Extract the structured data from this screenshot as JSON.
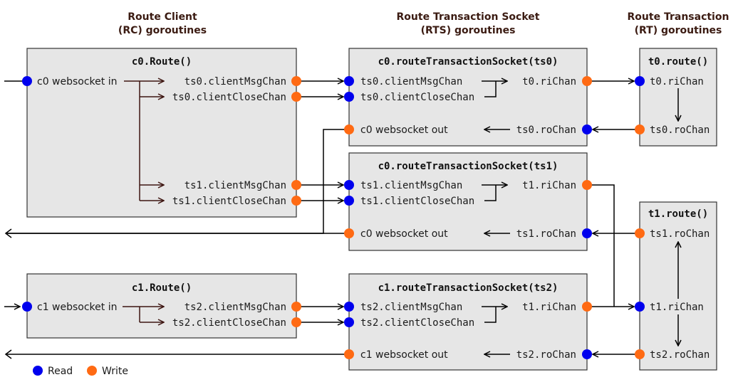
{
  "headers": {
    "rc": [
      "Route Client",
      "(RC) goroutines"
    ],
    "rts": [
      "Route Transaction Socket",
      "(RTS) goroutines"
    ],
    "rt": [
      "Route Transaction",
      "(RT) goroutines"
    ]
  },
  "boxes": {
    "c0_route": "c0.Route()",
    "c1_route": "c1.Route()",
    "rts_ts0": "c0.routeTransactionSocket(ts0)",
    "rts_ts1": "c0.routeTransactionSocket(ts1)",
    "rts_ts2": "c1.routeTransactionSocket(ts2)",
    "t0_route": "t0.route()",
    "t1_route": "t1.route()"
  },
  "labels": {
    "c0_ws_in": "c0 websocket in",
    "c1_ws_in": "c1 websocket in",
    "c0_ts0_msg": "ts0.clientMsgChan",
    "c0_ts0_close": "ts0.clientCloseChan",
    "c0_ts1_msg": "ts1.clientMsgChan",
    "c0_ts1_close": "ts1.clientCloseChan",
    "c1_ts2_msg": "ts2.clientMsgChan",
    "c1_ts2_close": "ts2.clientCloseChan",
    "ts0_msg": "ts0.clientMsgChan",
    "ts0_close": "ts0.clientCloseChan",
    "ts0_ws_out": "c0 websocket out",
    "ts0_ri": "t0.riChan",
    "ts0_ro": "ts0.roChan",
    "ts1_msg": "ts1.clientMsgChan",
    "ts1_close": "ts1.clientCloseChan",
    "ts1_ws_out": "c0 websocket out",
    "ts1_ri": "t1.riChan",
    "ts1_ro": "ts1.roChan",
    "ts2_msg": "ts2.clientMsgChan",
    "ts2_close": "ts2.clientCloseChan",
    "ts2_ws_out": "c1 websocket out",
    "ts2_ri": "t1.riChan",
    "ts2_ro": "ts2.roChan",
    "t0_ri": "t0.riChan",
    "t0_ro": "ts0.roChan",
    "t1_ro1": "ts1.roChan",
    "t1_ri": "t1.riChan",
    "t1_ro2": "ts2.roChan"
  },
  "legend": {
    "read": "Read",
    "write": "Write"
  },
  "colors": {
    "read": "#0000ee",
    "write": "#ff6a13",
    "box_fill": "#e6e6e6",
    "box_stroke": "#333333",
    "header_text": "#3b1b12",
    "fan_line": "#3d1510"
  }
}
